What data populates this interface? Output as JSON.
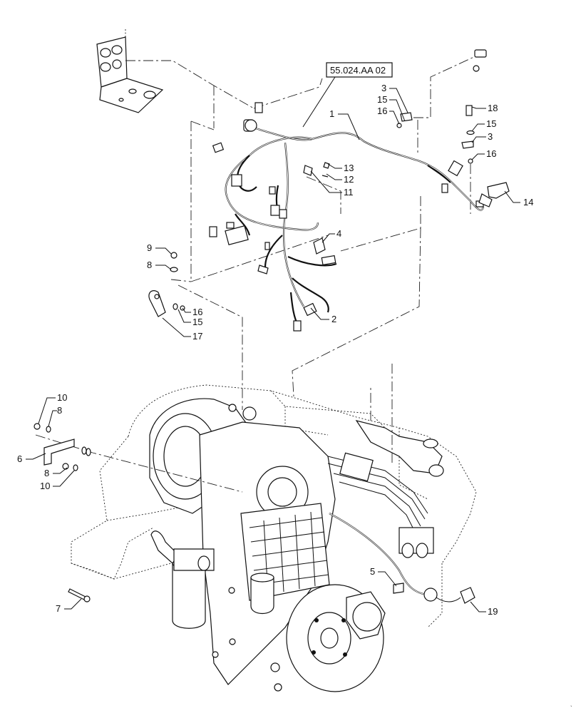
{
  "diagram": {
    "reference_box": "55.024.AA 02",
    "callouts": [
      {
        "id": "c1",
        "label": "1"
      },
      {
        "id": "c2",
        "label": "2"
      },
      {
        "id": "c3a",
        "label": "3"
      },
      {
        "id": "c3b",
        "label": "3"
      },
      {
        "id": "c4",
        "label": "4"
      },
      {
        "id": "c5",
        "label": "5"
      },
      {
        "id": "c6",
        "label": "6"
      },
      {
        "id": "c7",
        "label": "7"
      },
      {
        "id": "c8a",
        "label": "8"
      },
      {
        "id": "c8b",
        "label": "8"
      },
      {
        "id": "c8c",
        "label": "8"
      },
      {
        "id": "c9",
        "label": "9"
      },
      {
        "id": "c10a",
        "label": "10"
      },
      {
        "id": "c10b",
        "label": "10"
      },
      {
        "id": "c11",
        "label": "11"
      },
      {
        "id": "c12",
        "label": "12"
      },
      {
        "id": "c13",
        "label": "13"
      },
      {
        "id": "c14",
        "label": "14"
      },
      {
        "id": "c15a",
        "label": "15"
      },
      {
        "id": "c15b",
        "label": "15"
      },
      {
        "id": "c15c",
        "label": "15"
      },
      {
        "id": "c16a",
        "label": "16"
      },
      {
        "id": "c16b",
        "label": "16"
      },
      {
        "id": "c16c",
        "label": "16"
      },
      {
        "id": "c17",
        "label": "17"
      },
      {
        "id": "c18",
        "label": "18"
      },
      {
        "id": "c19",
        "label": "19"
      }
    ]
  }
}
